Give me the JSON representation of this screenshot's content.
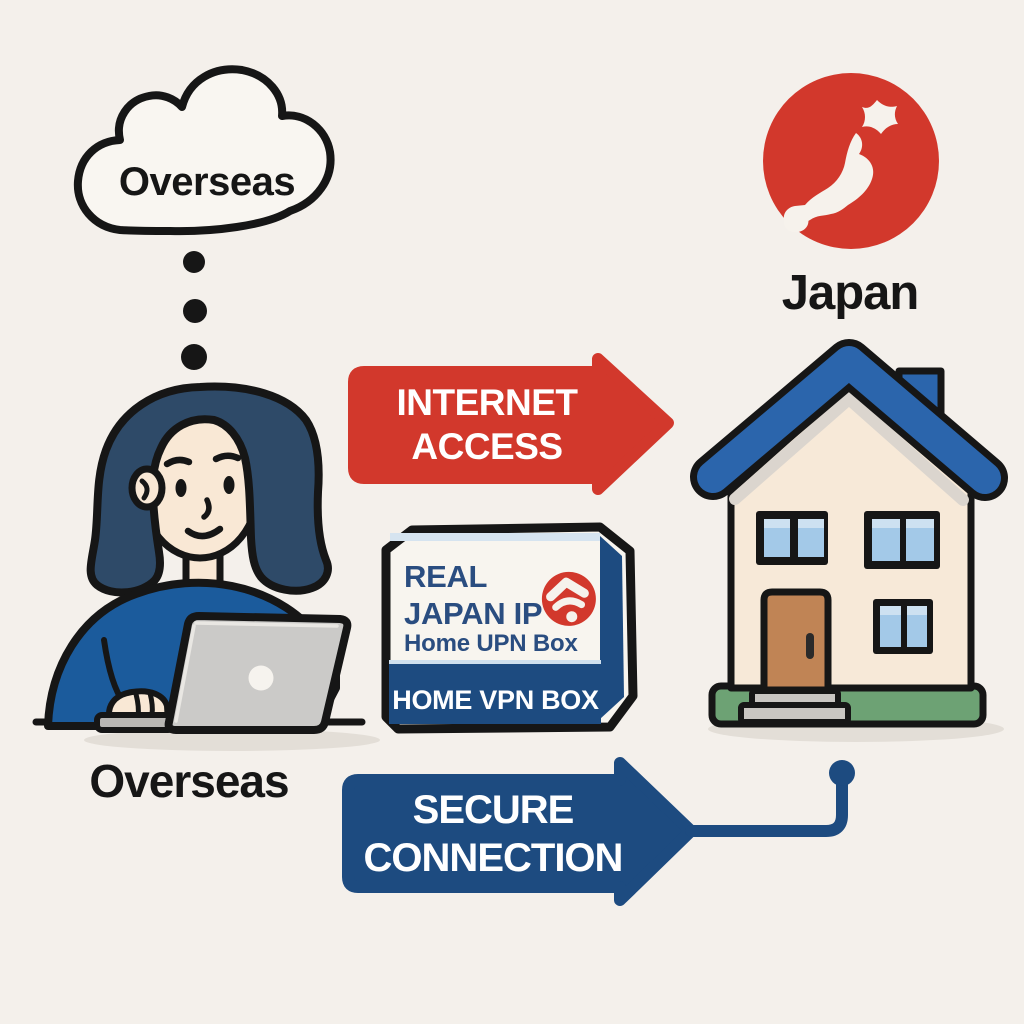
{
  "scene": {
    "background_color": "#f4f0eb",
    "outline_color": "#161616"
  },
  "thought_cloud": {
    "label": "Overseas"
  },
  "japan_badge": {
    "label": "Japan",
    "circle_color": "#d2382c"
  },
  "internet_arrow": {
    "label_line1": "INTERNET",
    "label_line2": "ACCESS",
    "fill_color": "#d2382c",
    "text_color": "#ffffff"
  },
  "secure_arrow": {
    "label_line1": "SECURE",
    "label_line2": "CONNECTION",
    "fill_color": "#1d4b80",
    "text_color": "#ffffff"
  },
  "vpn_box": {
    "brand_line1": "REAL",
    "brand_line2": "JAPAN IP",
    "subtitle": "Home UPN Box",
    "band_label": "HOME VPN BOX",
    "brand_text_color": "#2a4d80",
    "band_color": "#1d4b80",
    "wifi_badge_color": "#d2382c"
  },
  "person": {
    "caption": "Overseas",
    "sweater_color": "#1b5b9c",
    "hair_color": "#2e4a68",
    "skin_color": "#f9e8d5"
  },
  "house": {
    "roof_color": "#2b65ac",
    "wall_color": "#f7e9d8",
    "door_color": "#c08455",
    "base_color": "#6da274",
    "window_color": "#a3c9e8"
  },
  "icons": {
    "thought-cloud-icon": "outlined cloud bubble",
    "japan-map-icon": "white japan archipelago silhouette in red circle",
    "wifi-icon": "white wifi waves in red circle",
    "house-icon": "two-story house with blue roof",
    "laptop-icon": "gray laptop lid with round logo",
    "woman-avatar": "woman with dark bob hair in blue sweater",
    "connection-dot-icon": "filled blue endpoint dot"
  }
}
